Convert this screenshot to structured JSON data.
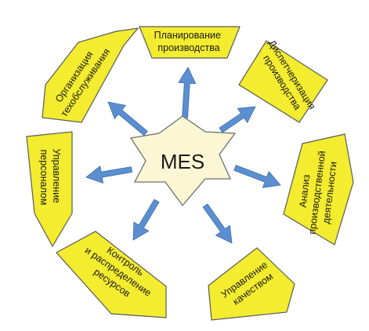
{
  "center": {
    "label": "MES"
  },
  "segments": [
    {
      "id": "planning",
      "lines": [
        "Планирование",
        "производства"
      ]
    },
    {
      "id": "dispatch",
      "lines": [
        "Диспетчеризация",
        "производства"
      ]
    },
    {
      "id": "analysis",
      "lines": [
        "Анализ",
        "производственной",
        "деятельности"
      ]
    },
    {
      "id": "quality",
      "lines": [
        "Управление",
        "качеством"
      ]
    },
    {
      "id": "resources",
      "lines": [
        "Контроль",
        "и распределение",
        "ресурсов"
      ]
    },
    {
      "id": "personnel",
      "lines": [
        "Управление",
        "персоналом"
      ]
    },
    {
      "id": "maintenance",
      "lines": [
        "Организация",
        "техобслуживания"
      ]
    }
  ],
  "colors": {
    "segment_fill": "#f3ec2f",
    "arrow_fill": "#5b8fd1",
    "star_fill": "#fbf7d4"
  }
}
